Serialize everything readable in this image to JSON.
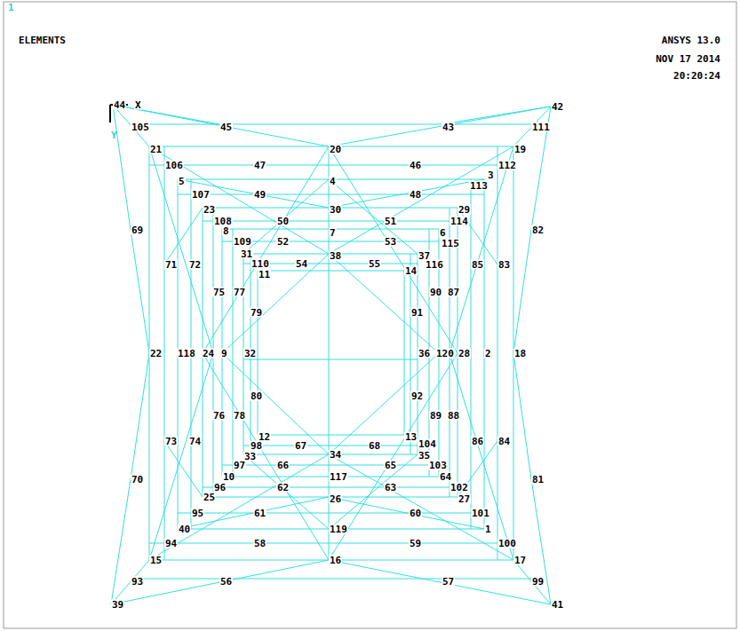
{
  "diagram": {
    "title": "ELEMENTS",
    "labels": [
      "1",
      "ANSYS 13.0",
      "NOV 17 2014",
      "20:20:24",
      "44",
      "X",
      "Y",
      "105",
      "45",
      "20",
      "43",
      "42",
      "111",
      "21",
      "47",
      "46",
      "19",
      "106",
      "112",
      "5",
      "4",
      "3",
      "107",
      "49",
      "48",
      "113",
      "23",
      "30",
      "29",
      "108",
      "50",
      "51",
      "114",
      "69",
      "82",
      "8",
      "7",
      "6",
      "109",
      "52",
      "53",
      "115",
      "31",
      "38",
      "37",
      "116",
      "110",
      "54",
      "55",
      "14",
      "11",
      "71",
      "72",
      "85",
      "83",
      "75",
      "77",
      "90",
      "87",
      "79",
      "91",
      "22",
      "118",
      "24",
      "9",
      "32",
      "36",
      "120",
      "28",
      "2",
      "18",
      "80",
      "92",
      "76",
      "78",
      "89",
      "88",
      "73",
      "74",
      "86",
      "84",
      "70",
      "81",
      "12",
      "98",
      "67",
      "68",
      "13",
      "104",
      "33",
      "35",
      "97",
      "66",
      "65",
      "103",
      "10",
      "34",
      "117",
      "64",
      "96",
      "62",
      "63",
      "102",
      "25",
      "26",
      "27",
      "95",
      "61",
      "60",
      "101",
      "40",
      "119",
      "1",
      "94",
      "58",
      "59",
      "100",
      "15",
      "16",
      "17",
      "93",
      "56",
      "57",
      "99",
      "39",
      "41"
    ]
  }
}
